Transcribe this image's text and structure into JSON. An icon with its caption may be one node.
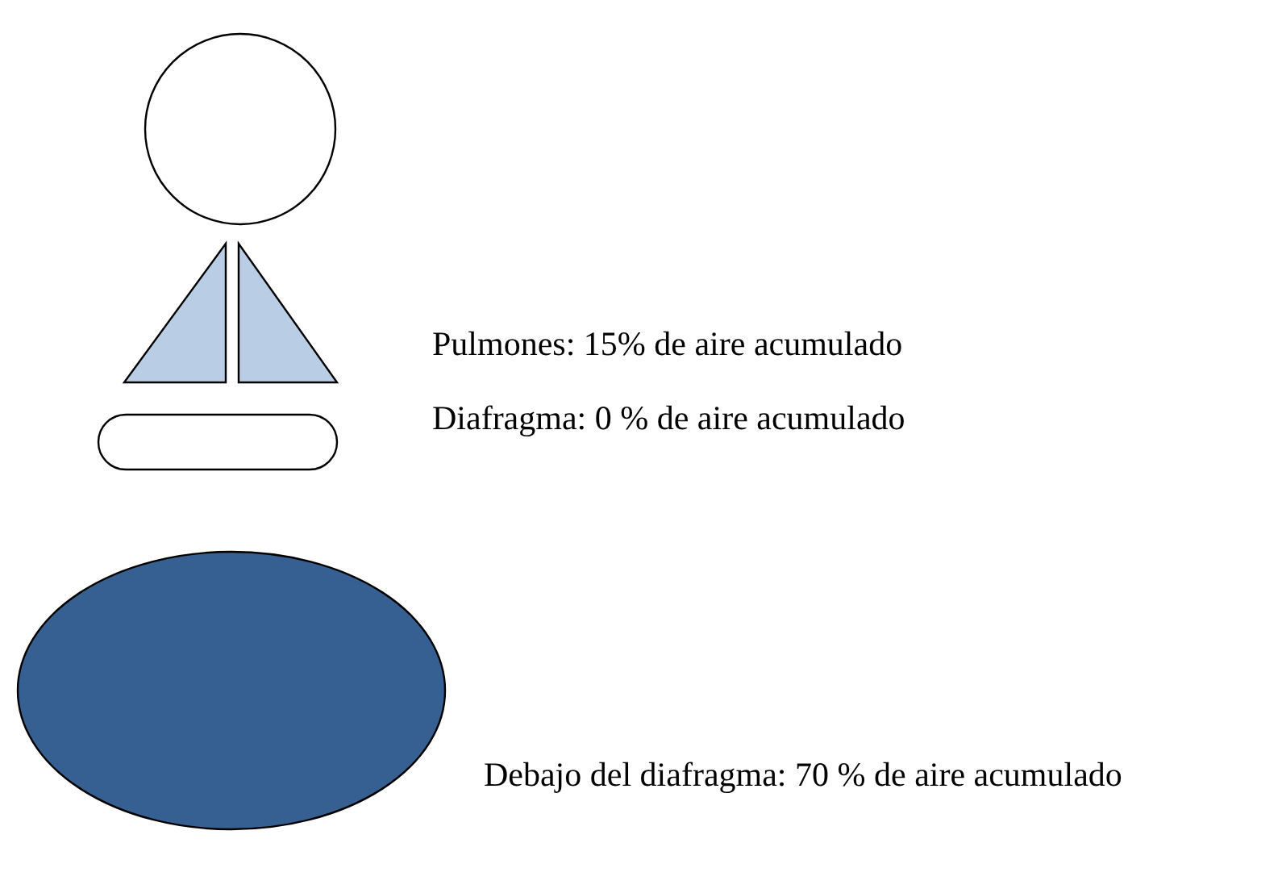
{
  "diagram": {
    "nodes": [
      {
        "text": [],
        "shape": "circle"
      },
      {
        "text": [],
        "shape": "triangle"
      },
      {
        "text": [],
        "shape": "triangle",
        "beside": [
          "Pulmones: 15% de aire acumulado"
        ]
      },
      {
        "text": [],
        "shape": "bar",
        "beside": [
          "Diafragma: 0 % de aire acumulado"
        ]
      },
      {
        "text": [],
        "shape": "ellipse",
        "beside": [
          "Debajo del diafragma: 70 % de aire acumulado"
        ]
      }
    ]
  }
}
